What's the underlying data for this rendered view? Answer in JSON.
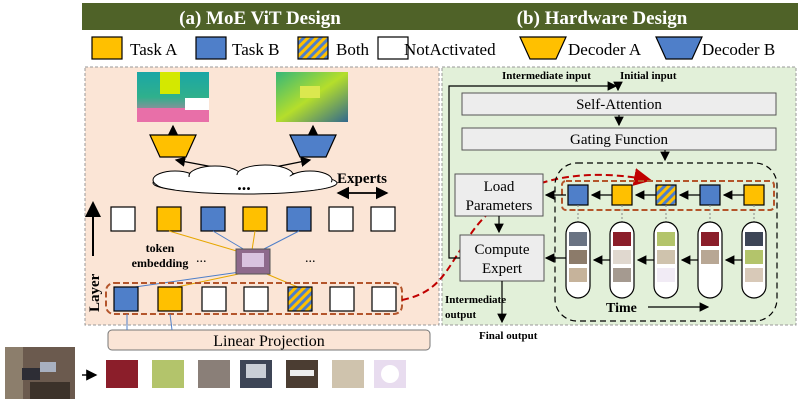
{
  "header": {
    "left_title": "(a) MoE ViT Design",
    "right_title": "(b) Hardware Design"
  },
  "legend": {
    "task_a": "Task A",
    "task_b": "Task B",
    "both": "Both",
    "not_activated": "NotActivated",
    "decoder_a": "Decoder A",
    "decoder_b": "Decoder B"
  },
  "colors": {
    "task_a": "#ffc000",
    "task_b": "#4f7fc9",
    "header_bg": "#4f6228",
    "left_panel_bg": "#fbe5d6",
    "right_panel_bg": "#e2f0d9",
    "dashed_red": "#c00000",
    "box_grey": "#ededed"
  },
  "moe": {
    "ellipsis": "...",
    "experts": "Experts",
    "token_embedding_1": "token",
    "token_embedding_2": "embedding",
    "dots": "...",
    "layer": "Layer",
    "linear_projection": "Linear Projection"
  },
  "hardware": {
    "intermediate_input": "Intermediate input",
    "initial_input": "Initial input",
    "self_attention": "Self-Attention",
    "gating_function": "Gating Function",
    "load_parameters_1": "Load",
    "load_parameters_2": "Parameters",
    "compute_expert_1": "Compute",
    "compute_expert_2": "Expert",
    "intermediate_output_1": "Intermediate",
    "intermediate_output_2": "output",
    "final_output": "Final output",
    "time": "Time"
  }
}
